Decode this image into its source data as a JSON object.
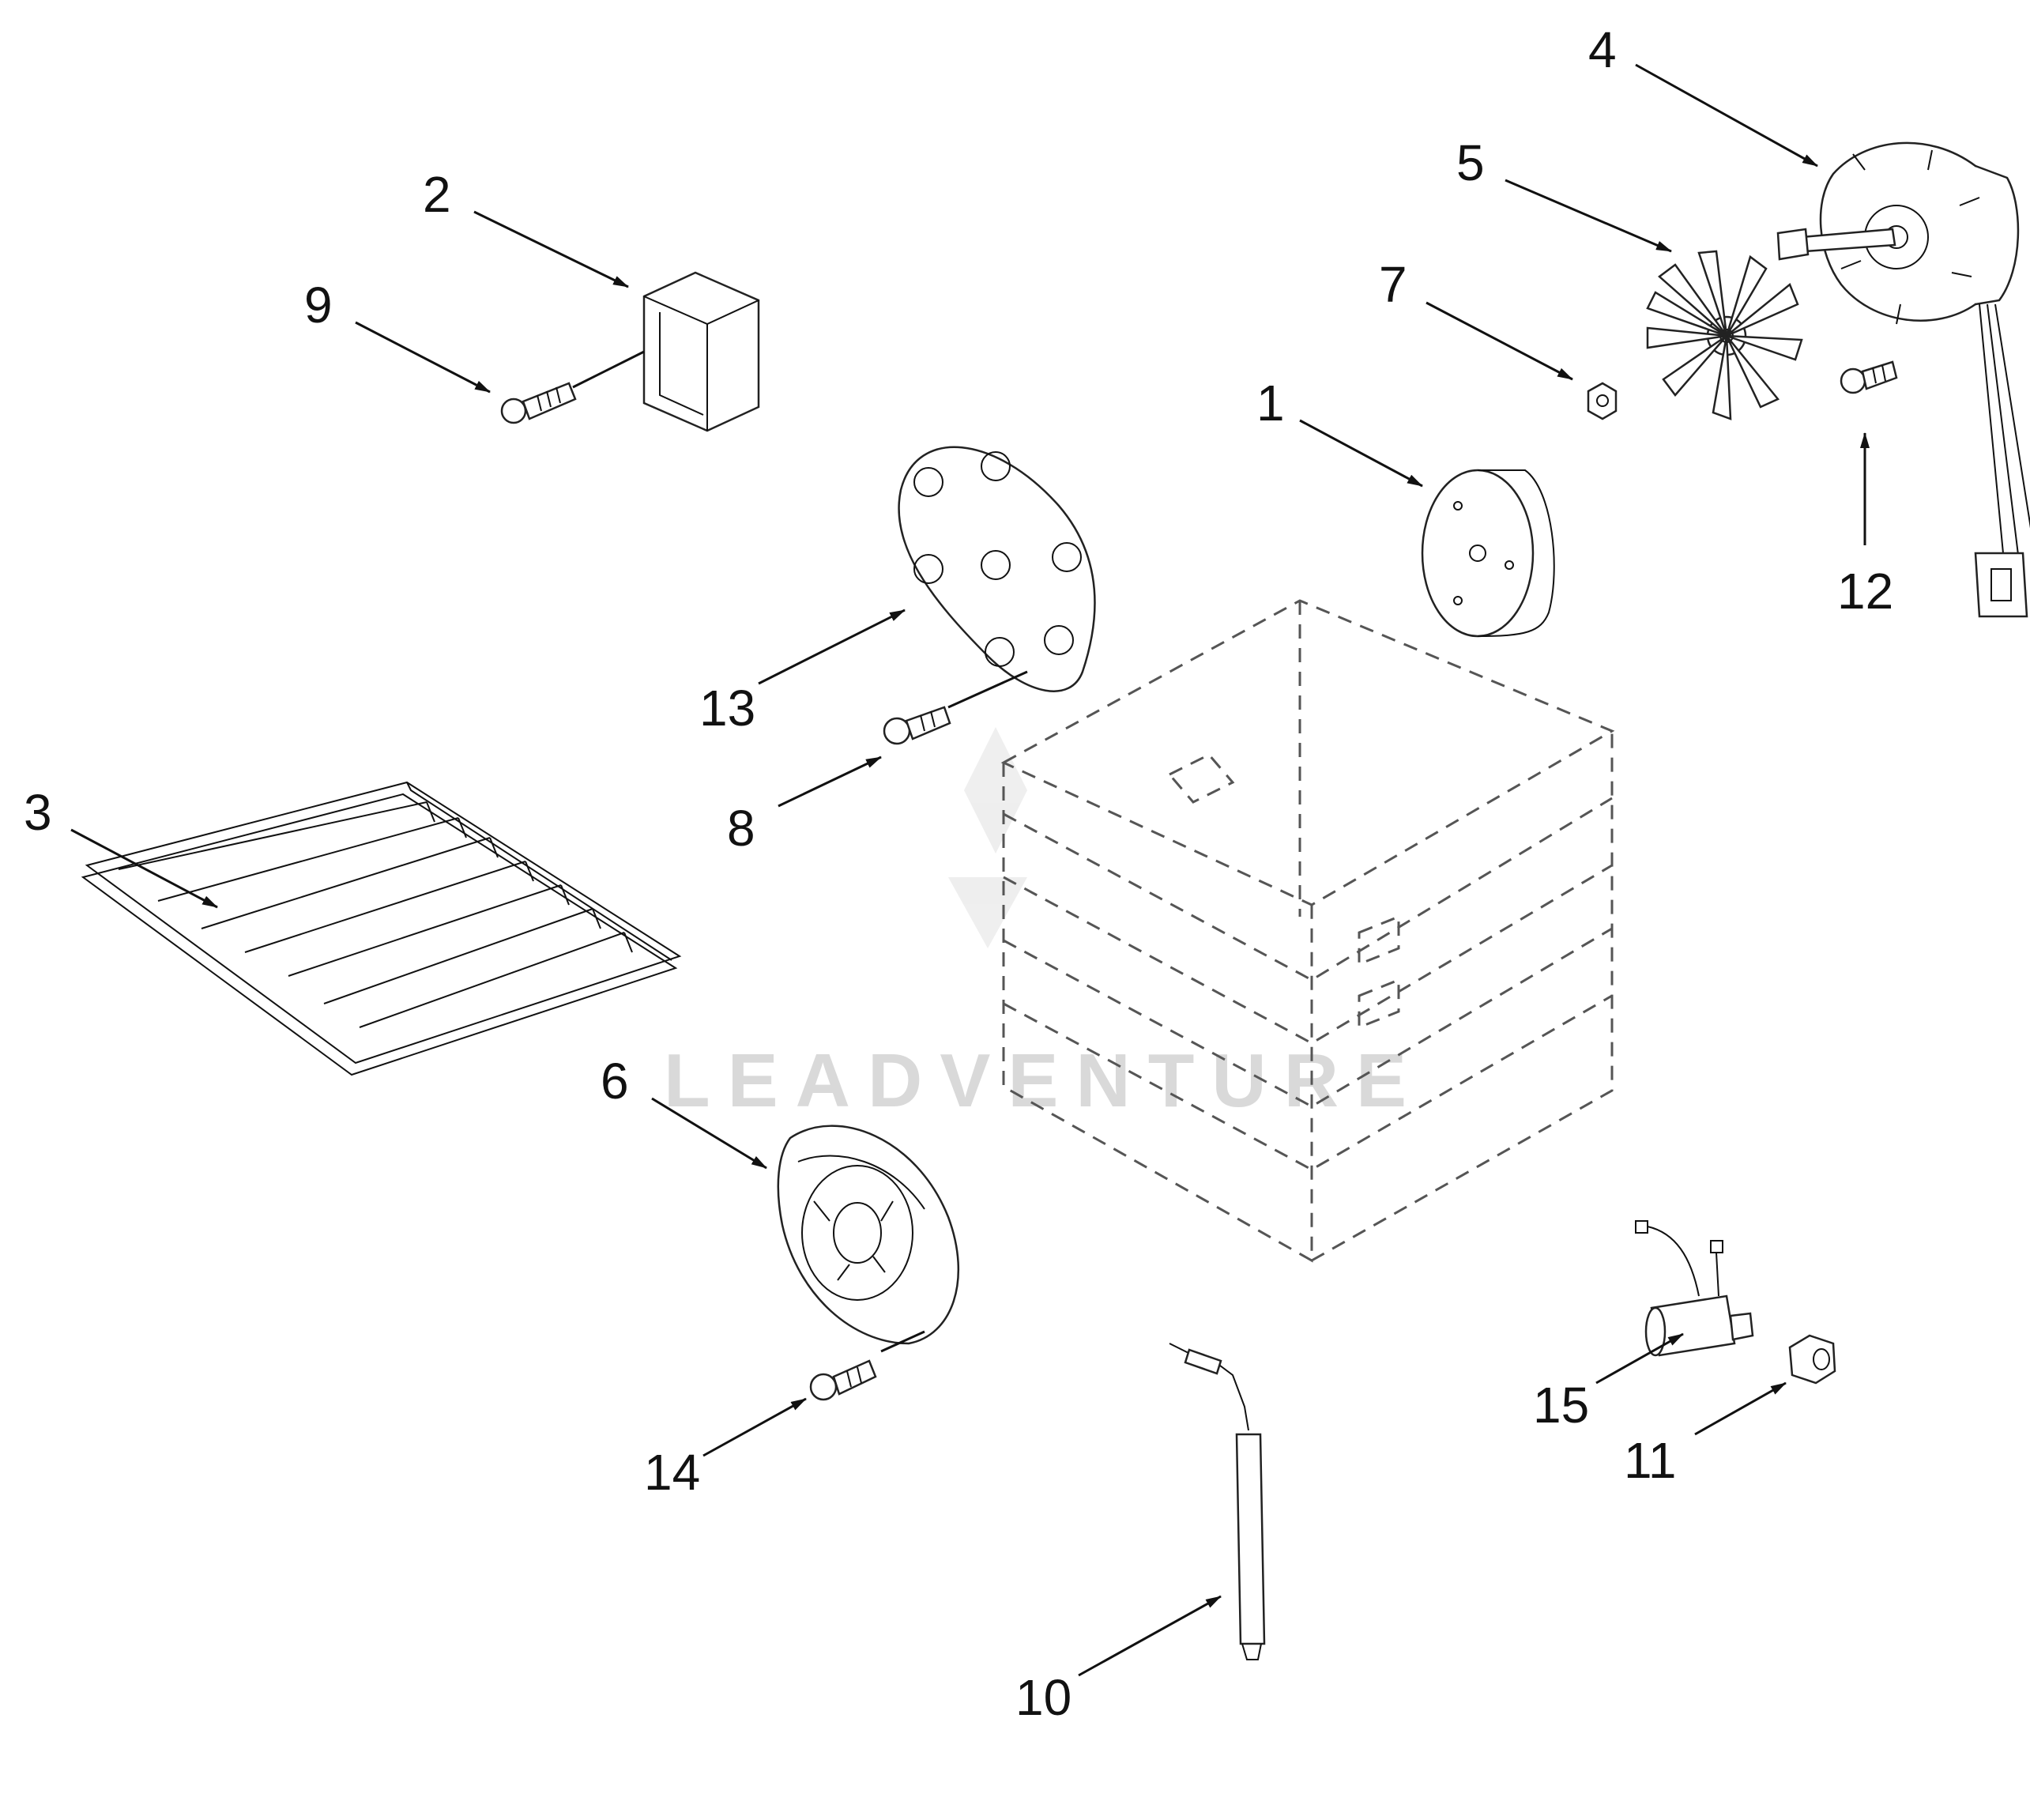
{
  "watermark": "LEADVENTURE",
  "callouts": [
    {
      "id": "1",
      "label": "1"
    },
    {
      "id": "2",
      "label": "2"
    },
    {
      "id": "3",
      "label": "3"
    },
    {
      "id": "4",
      "label": "4"
    },
    {
      "id": "5",
      "label": "5"
    },
    {
      "id": "6",
      "label": "6"
    },
    {
      "id": "7",
      "label": "7"
    },
    {
      "id": "8",
      "label": "8"
    },
    {
      "id": "9",
      "label": "9"
    },
    {
      "id": "10",
      "label": "10"
    },
    {
      "id": "11",
      "label": "11"
    },
    {
      "id": "12",
      "label": "12"
    },
    {
      "id": "13",
      "label": "13"
    },
    {
      "id": "14",
      "label": "14"
    },
    {
      "id": "15",
      "label": "15"
    }
  ]
}
